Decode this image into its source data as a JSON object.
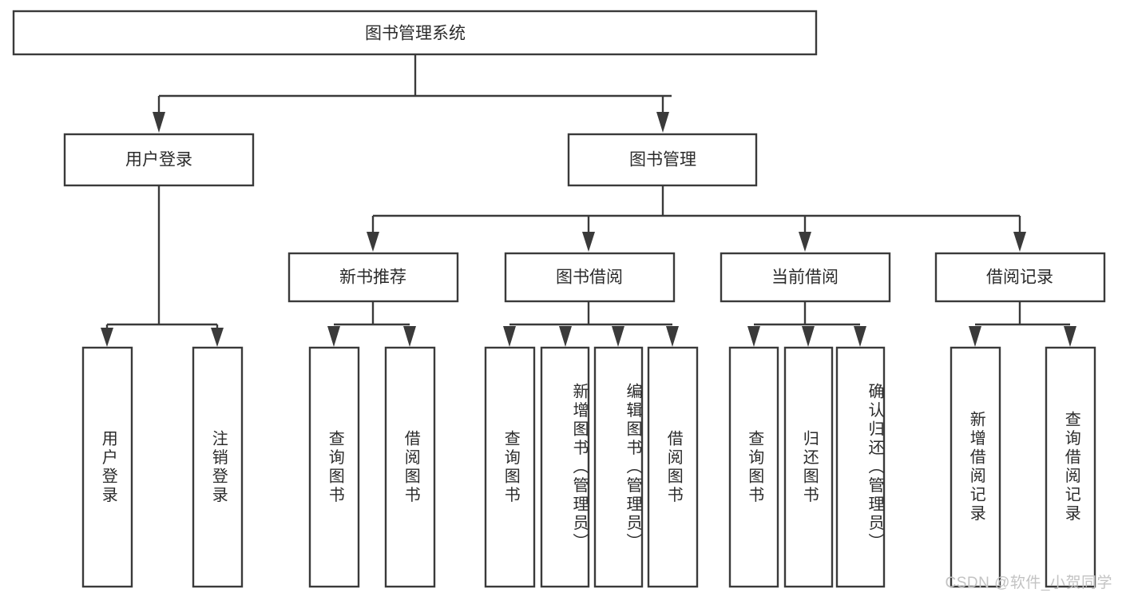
{
  "diagram": {
    "type": "tree-hierarchy-chart",
    "title": "图书管理系统",
    "watermark": "CSDN @软件_小贺同学",
    "colors": {
      "stroke": "#3a3a3a",
      "box_fill": "#ffffff",
      "text": "#2b2b2b",
      "background": "#ffffff",
      "watermark": "#c3c3c3"
    },
    "root": {
      "label": "图书管理系统"
    },
    "level2": [
      {
        "label": "用户登录"
      },
      {
        "label": "图书管理"
      }
    ],
    "level3": [
      {
        "label": "新书推荐"
      },
      {
        "label": "图书借阅"
      },
      {
        "label": "当前借阅"
      },
      {
        "label": "借阅记录"
      }
    ],
    "leaves": {
      "user_login": [
        {
          "label": "用户登录"
        },
        {
          "label": "注销登录"
        }
      ],
      "new_book_recommend": [
        {
          "label": "查询图书"
        },
        {
          "label": "借阅图书"
        }
      ],
      "book_borrow": [
        {
          "label": "查询图书"
        },
        {
          "label": "新增图书（管理员）"
        },
        {
          "label": "编辑图书（管理员）"
        },
        {
          "label": "借阅图书"
        }
      ],
      "current_borrow": [
        {
          "label": "查询图书"
        },
        {
          "label": "归还图书"
        },
        {
          "label": "确认归还（管理员）"
        }
      ],
      "borrow_record": [
        {
          "label": "新增借阅记录"
        },
        {
          "label": "查询借阅记录"
        }
      ]
    }
  }
}
